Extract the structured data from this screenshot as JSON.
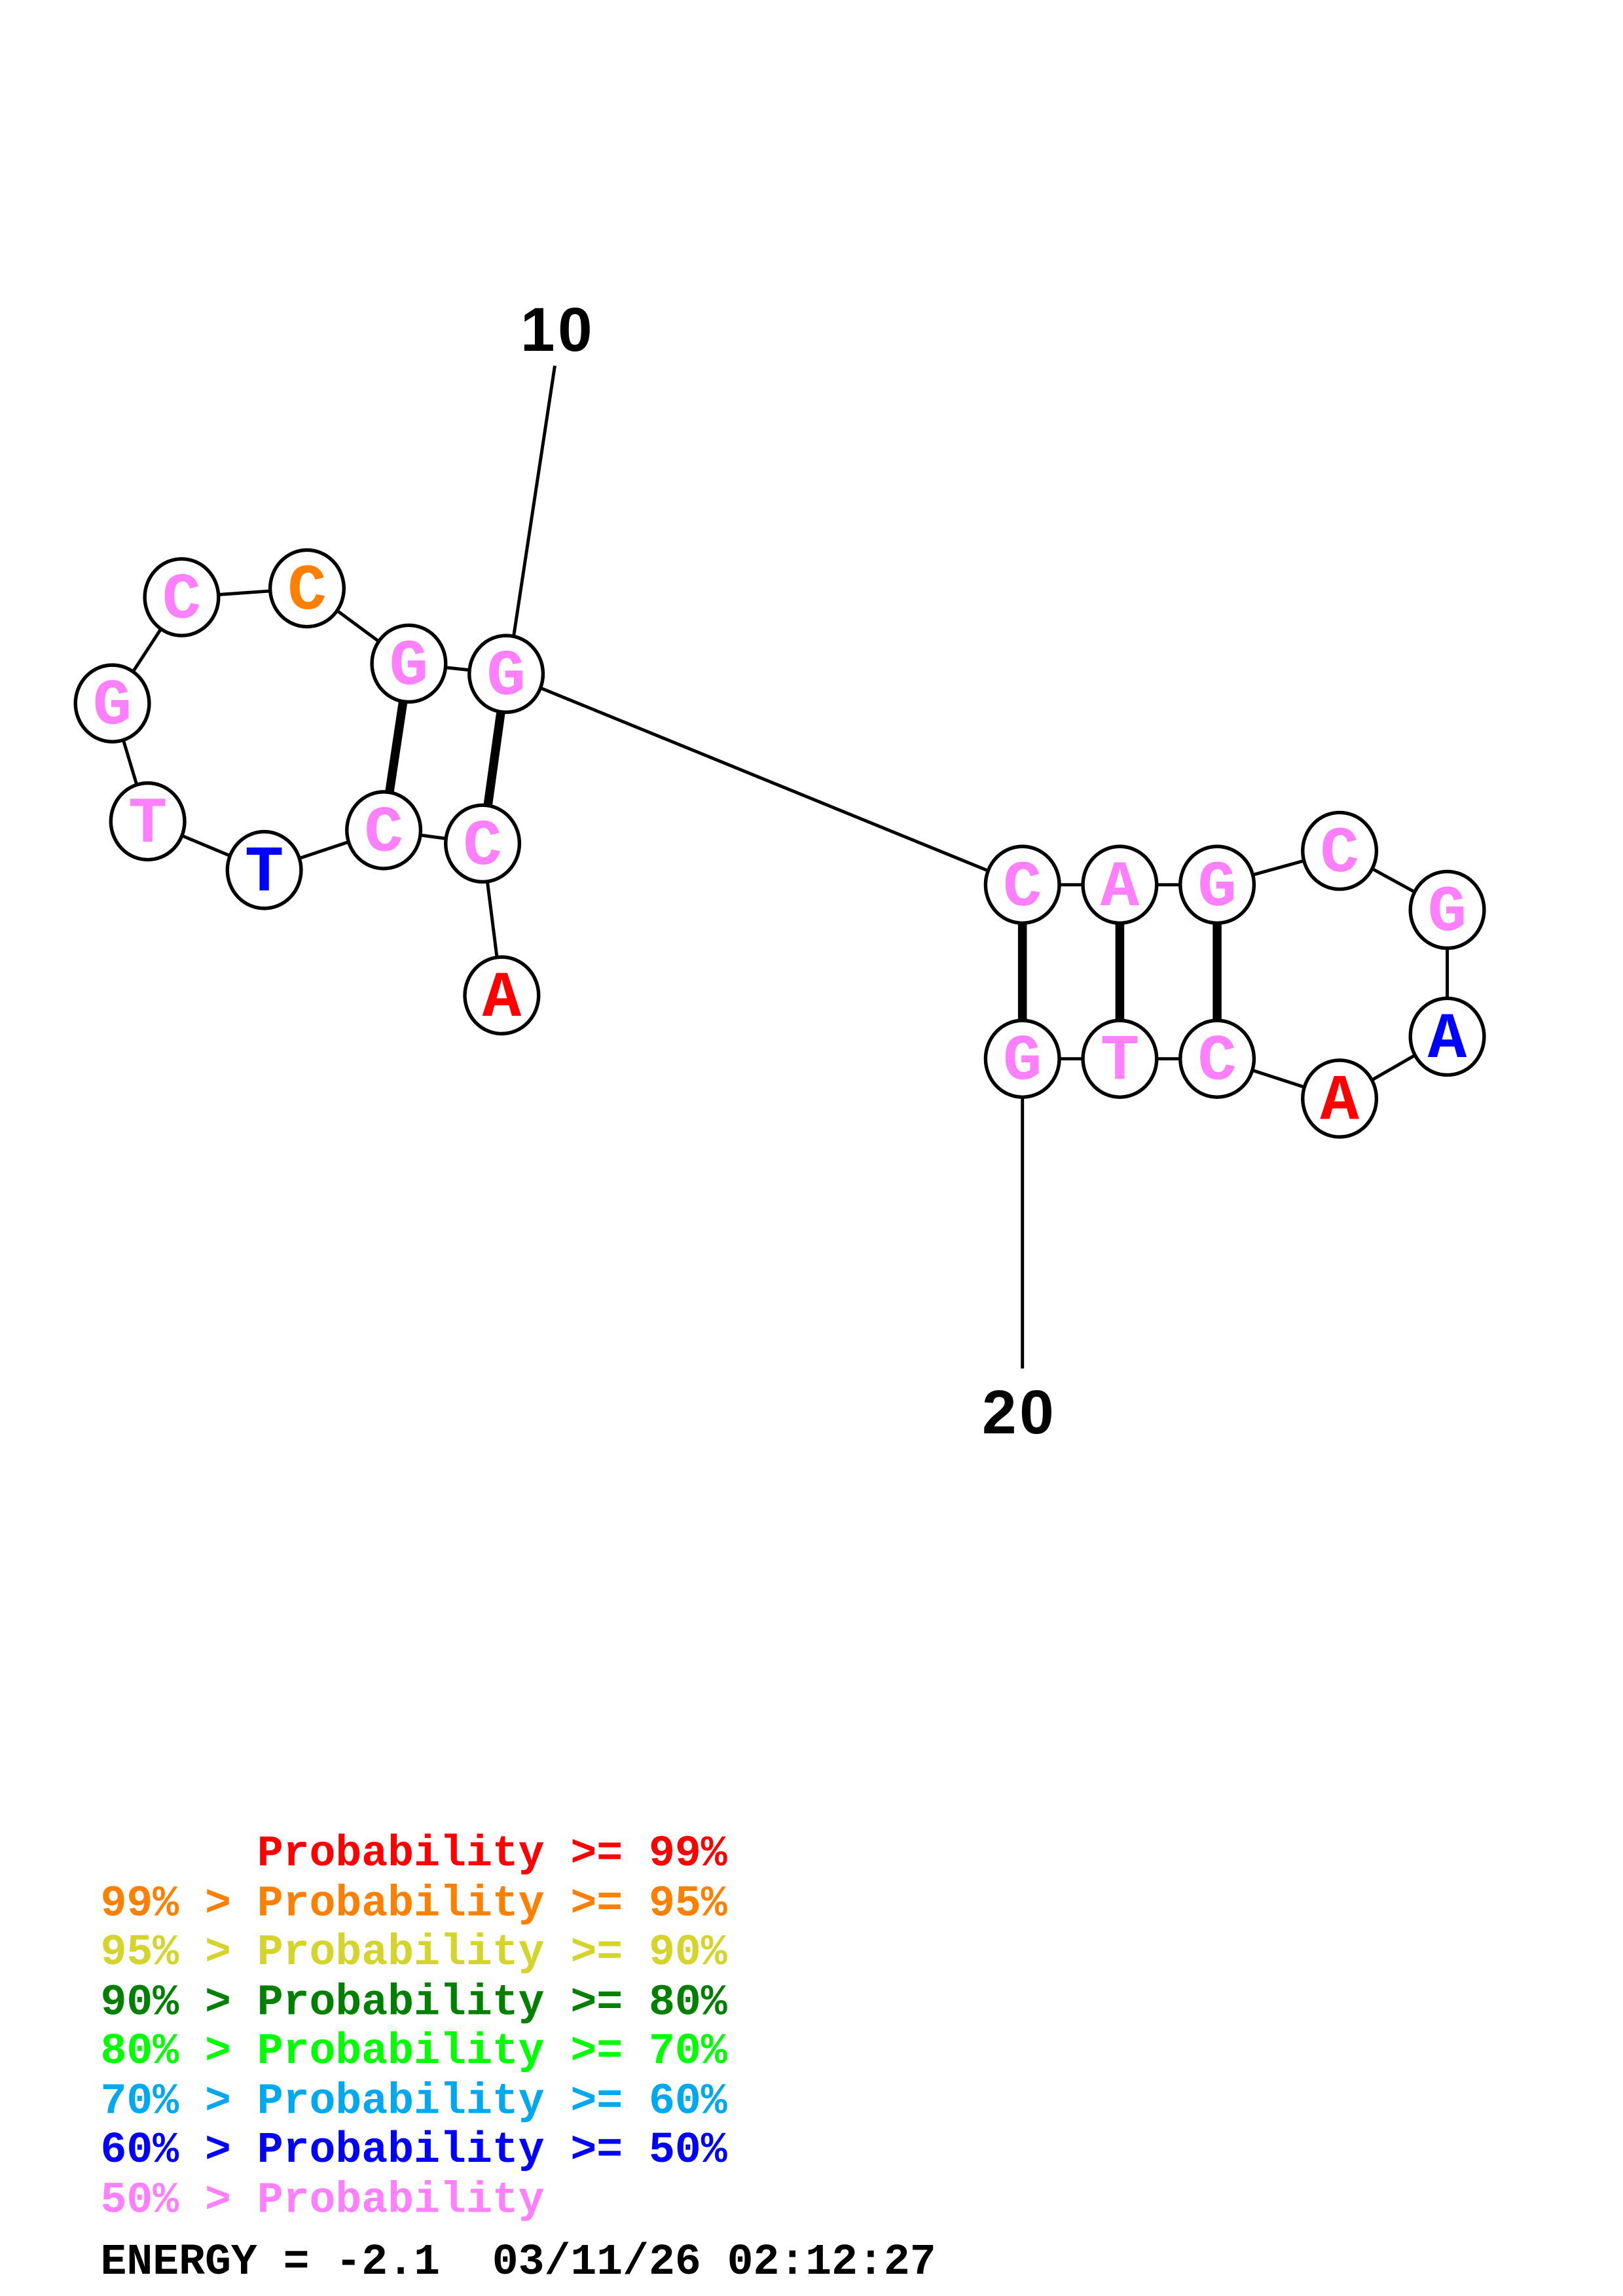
{
  "structure": {
    "sequence": [
      "A",
      "C",
      "C",
      "T",
      "T",
      "G",
      "C",
      "C",
      "G",
      "G",
      "C",
      "A",
      "G",
      "C",
      "G",
      "A",
      "A",
      "C",
      "T",
      "G"
    ],
    "colors": [
      "#ff0000",
      "#ff80ff",
      "#ff80ff",
      "#0000ff",
      "#ff80ff",
      "#ff80ff",
      "#ff80ff",
      "#ff8000",
      "#ff80ff",
      "#ff80ff",
      "#ff80ff",
      "#ff80ff",
      "#ff80ff",
      "#ff80ff",
      "#ff80ff",
      "#0000ff",
      "#ff0000",
      "#ff80ff",
      "#ff80ff",
      "#ff80ff"
    ],
    "pairs": [
      [
        2,
        10
      ],
      [
        3,
        9
      ],
      [
        11,
        20
      ],
      [
        12,
        19
      ],
      [
        13,
        18
      ]
    ],
    "position_labels": [
      {
        "index": 10,
        "text": "10"
      },
      {
        "index": 20,
        "text": "20"
      }
    ]
  },
  "legend": {
    "rows": [
      {
        "text": "      Probability >= 99%",
        "color": "#ff0000"
      },
      {
        "text": "99% > Probability >= 95%",
        "color": "#ff8000"
      },
      {
        "text": "95% > Probability >= 90%",
        "color": "#d4d42c"
      },
      {
        "text": "90% > Probability >= 80%",
        "color": "#008000"
      },
      {
        "text": "80% > Probability >= 70%",
        "color": "#00ff00"
      },
      {
        "text": "70% > Probability >= 60%",
        "color": "#00a8f0"
      },
      {
        "text": "60% > Probability >= 50%",
        "color": "#0000ff"
      },
      {
        "text": "50% > Probability",
        "color": "#ff80ff"
      }
    ],
    "energy": "ENERGY = -2.1  03/11/26 02:12:27"
  }
}
